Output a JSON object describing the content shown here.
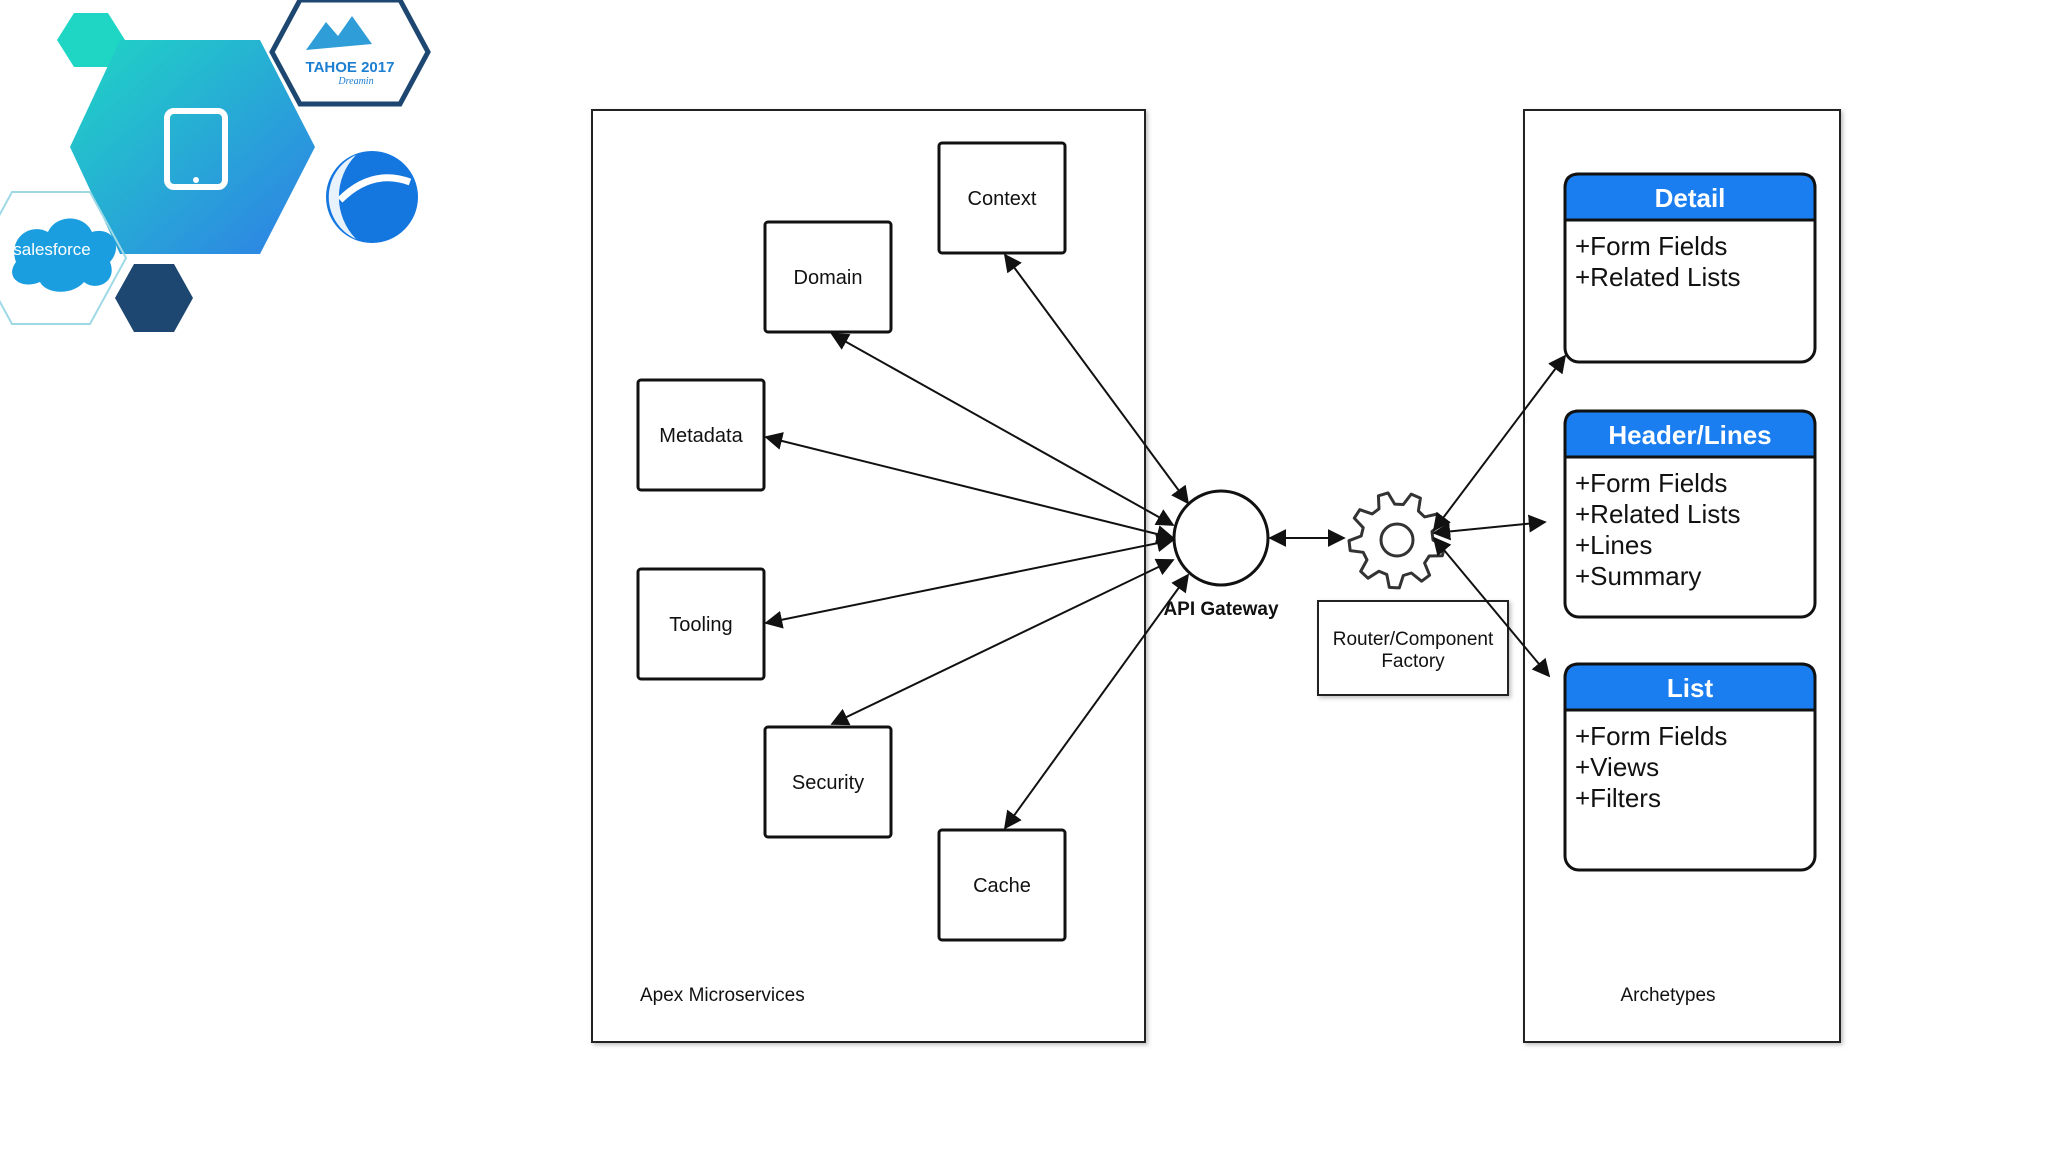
{
  "colors": {
    "teal": "#1fd6c4",
    "blue": "#2f7fe6",
    "navy": "#1d4770",
    "archetype_header": "#1a7ef0",
    "line": "#111111"
  },
  "branding": {
    "event_name": "TAHOE 2017",
    "event_tagline": "Dreamin",
    "salesforce": "salesforce",
    "device_icon": "tablet-icon",
    "partner_icon": "globe-logo-icon"
  },
  "left_panel": {
    "caption": "Apex Microservices",
    "services": [
      {
        "label": "Context"
      },
      {
        "label": "Domain"
      },
      {
        "label": "Metadata"
      },
      {
        "label": "Tooling"
      },
      {
        "label": "Security"
      },
      {
        "label": "Cache"
      }
    ]
  },
  "gateway": {
    "label": "API Gateway"
  },
  "router": {
    "line1": "Router/Component",
    "line2": "Factory",
    "icon": "gear-icon"
  },
  "right_panel": {
    "caption": "Archetypes",
    "archetypes": [
      {
        "title": "Detail",
        "items": [
          "+Form Fields",
          "+Related Lists"
        ]
      },
      {
        "title": "Header/Lines",
        "items": [
          "+Form Fields",
          "+Related Lists",
          "+Lines",
          "+Summary"
        ]
      },
      {
        "title": "List",
        "items": [
          "+Form Fields",
          "+Views",
          "+Filters"
        ]
      }
    ]
  }
}
